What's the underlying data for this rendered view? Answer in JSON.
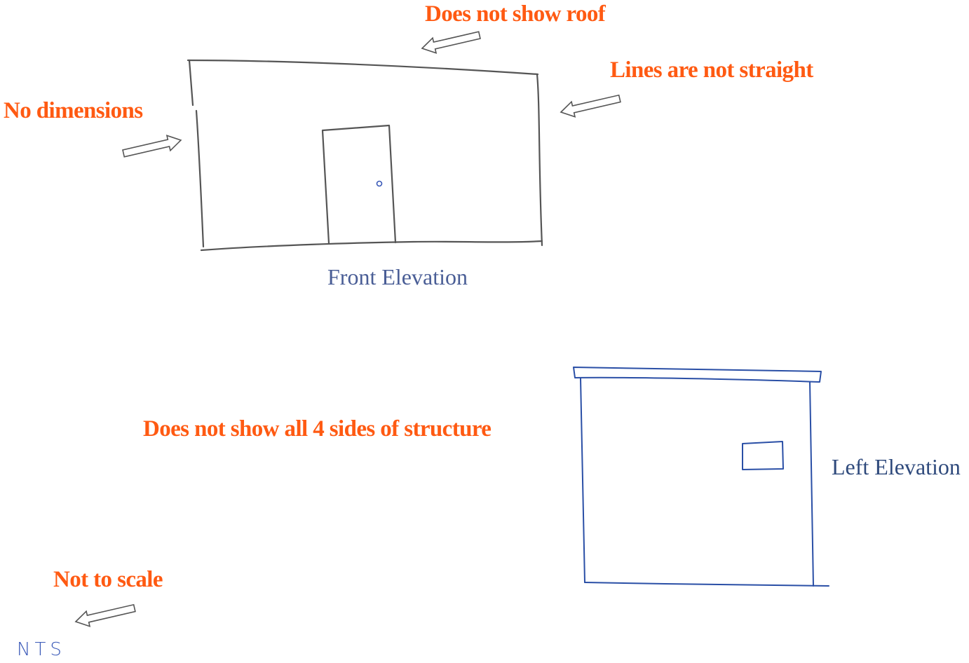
{
  "front_elevation": {
    "caption": "Front Elevation"
  },
  "left_elevation": {
    "caption": "Left Elevation"
  },
  "annotations": {
    "no_roof": "Does not show roof",
    "lines_not_straight": "Lines are not straight",
    "no_dimensions": "No dimensions",
    "not_all_sides": "Does not show all 4 sides of structure",
    "not_to_scale": "Not to scale"
  },
  "handwritten_note": "NTS",
  "colors": {
    "annotation": "#ff5a12",
    "front_sketch": "#555555",
    "left_sketch": "#2a4fa6",
    "front_caption": "#4a5e96",
    "left_caption": "#2f4a7c",
    "arrow_outline": "#555555"
  },
  "icons": {
    "arrow": "hollow-block-arrow-icon",
    "door_knob": "door-knob-icon"
  }
}
